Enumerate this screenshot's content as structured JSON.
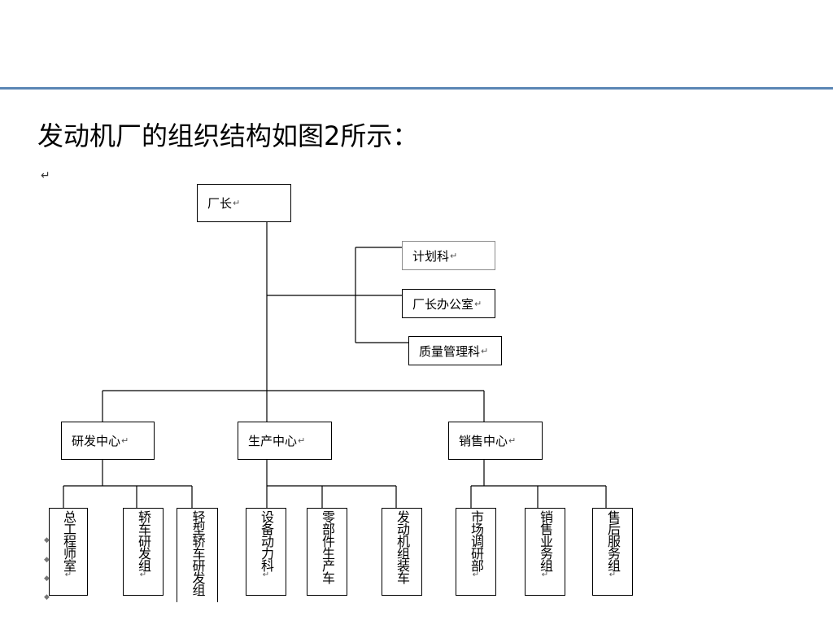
{
  "heading": "发动机厂的组织结构如图2所示：",
  "paragraph_mark": "↵",
  "return_mark": "↵",
  "org": {
    "root": "厂长",
    "staff": [
      "计划科",
      "厂长办公室",
      "质量管理科"
    ],
    "centers": [
      {
        "name": "研发中心",
        "units": [
          "总工程师室",
          "轿车研发组",
          "轻型轿车研发组"
        ]
      },
      {
        "name": "生产中心",
        "units": [
          "设备动力科",
          "零部件生产车",
          "发动机组装车"
        ]
      },
      {
        "name": "销售中心",
        "units": [
          "市场调研部",
          "销售业务组",
          "售后服务组"
        ]
      }
    ]
  },
  "colors": {
    "accent_rule": "#5b86b5",
    "line": "#000000",
    "gray_border": "#8c8c8c"
  }
}
